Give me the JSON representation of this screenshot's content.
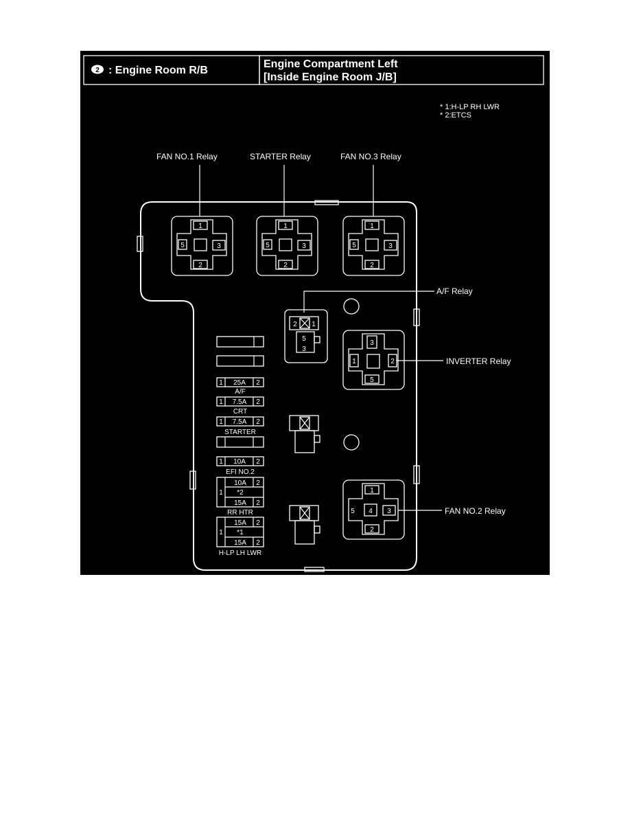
{
  "header": {
    "connector_code": "2",
    "left_title": ": Engine Room R/B",
    "right_title_line1": "Engine Compartment Left",
    "right_title_line2": "[Inside Engine Room J/B]"
  },
  "notes": {
    "note1": "* 1:H-LP RH LWR",
    "note2": "* 2:ETCS"
  },
  "relays": {
    "fan1": {
      "label": "FAN NO.1 Relay",
      "pins": [
        "1",
        "5",
        "3",
        "2"
      ]
    },
    "starter": {
      "label": "STARTER Relay",
      "pins": [
        "1",
        "5",
        "3",
        "2"
      ]
    },
    "fan3": {
      "label": "FAN NO.3 Relay",
      "pins": [
        "1",
        "5",
        "3",
        "2"
      ]
    },
    "af": {
      "label": "A/F Relay",
      "pins": [
        "2",
        "1",
        "5",
        "3"
      ]
    },
    "inverter": {
      "label": "INVERTER Relay",
      "pins": [
        "3",
        "1",
        "2",
        "5"
      ]
    },
    "fan2": {
      "label": "FAN NO.2 Relay",
      "pins": [
        "1",
        "5",
        "4",
        "3",
        "2"
      ]
    }
  },
  "fuses": {
    "af": {
      "left": "1",
      "rating": "25A",
      "right": "2",
      "name": "A/F"
    },
    "crt": {
      "left": "1",
      "rating": "7.5A",
      "right": "2",
      "name": "CRT"
    },
    "starter": {
      "left": "1",
      "rating": "7.5A",
      "right": "2",
      "name": "STARTER"
    },
    "efi2": {
      "left": "1",
      "rating": "10A",
      "right": "2",
      "name": "EFI NO.2"
    },
    "etcs_group": {
      "left": "1",
      "rating_top": "10A",
      "mark": "*2",
      "rating_bottom": "15A",
      "right_top": "2",
      "right_bottom": "2",
      "name": "RR HTR"
    },
    "hlp_group": {
      "left": "1",
      "rating_top": "15A",
      "mark": "*1",
      "rating_bottom": "15A",
      "right_top": "2",
      "right_bottom": "2",
      "name": "H-LP LH LWR"
    }
  },
  "colors": {
    "background": "#000000",
    "lines": "#ffffff",
    "page": "#ffffff"
  }
}
